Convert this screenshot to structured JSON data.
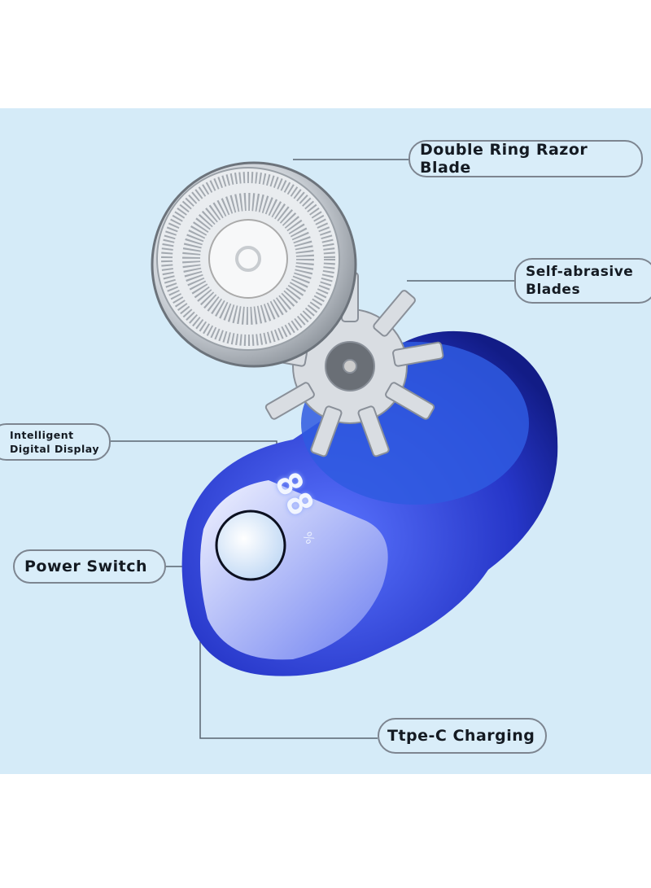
{
  "labels": {
    "razor_blade": "Double Ring Razor Blade",
    "self_abrasive_1": "Self-abrasive",
    "self_abrasive_2": "Blades",
    "display_1": "Intelligent",
    "display_2": "Digital Display",
    "power_switch": "Power Switch",
    "charging": "Ttpe-C Charging"
  },
  "display": {
    "digits": "88",
    "unit": "%"
  },
  "colors": {
    "background": "#d5ebf8",
    "body_blue": "#2a3fd0",
    "label_border": "#7d8590"
  }
}
